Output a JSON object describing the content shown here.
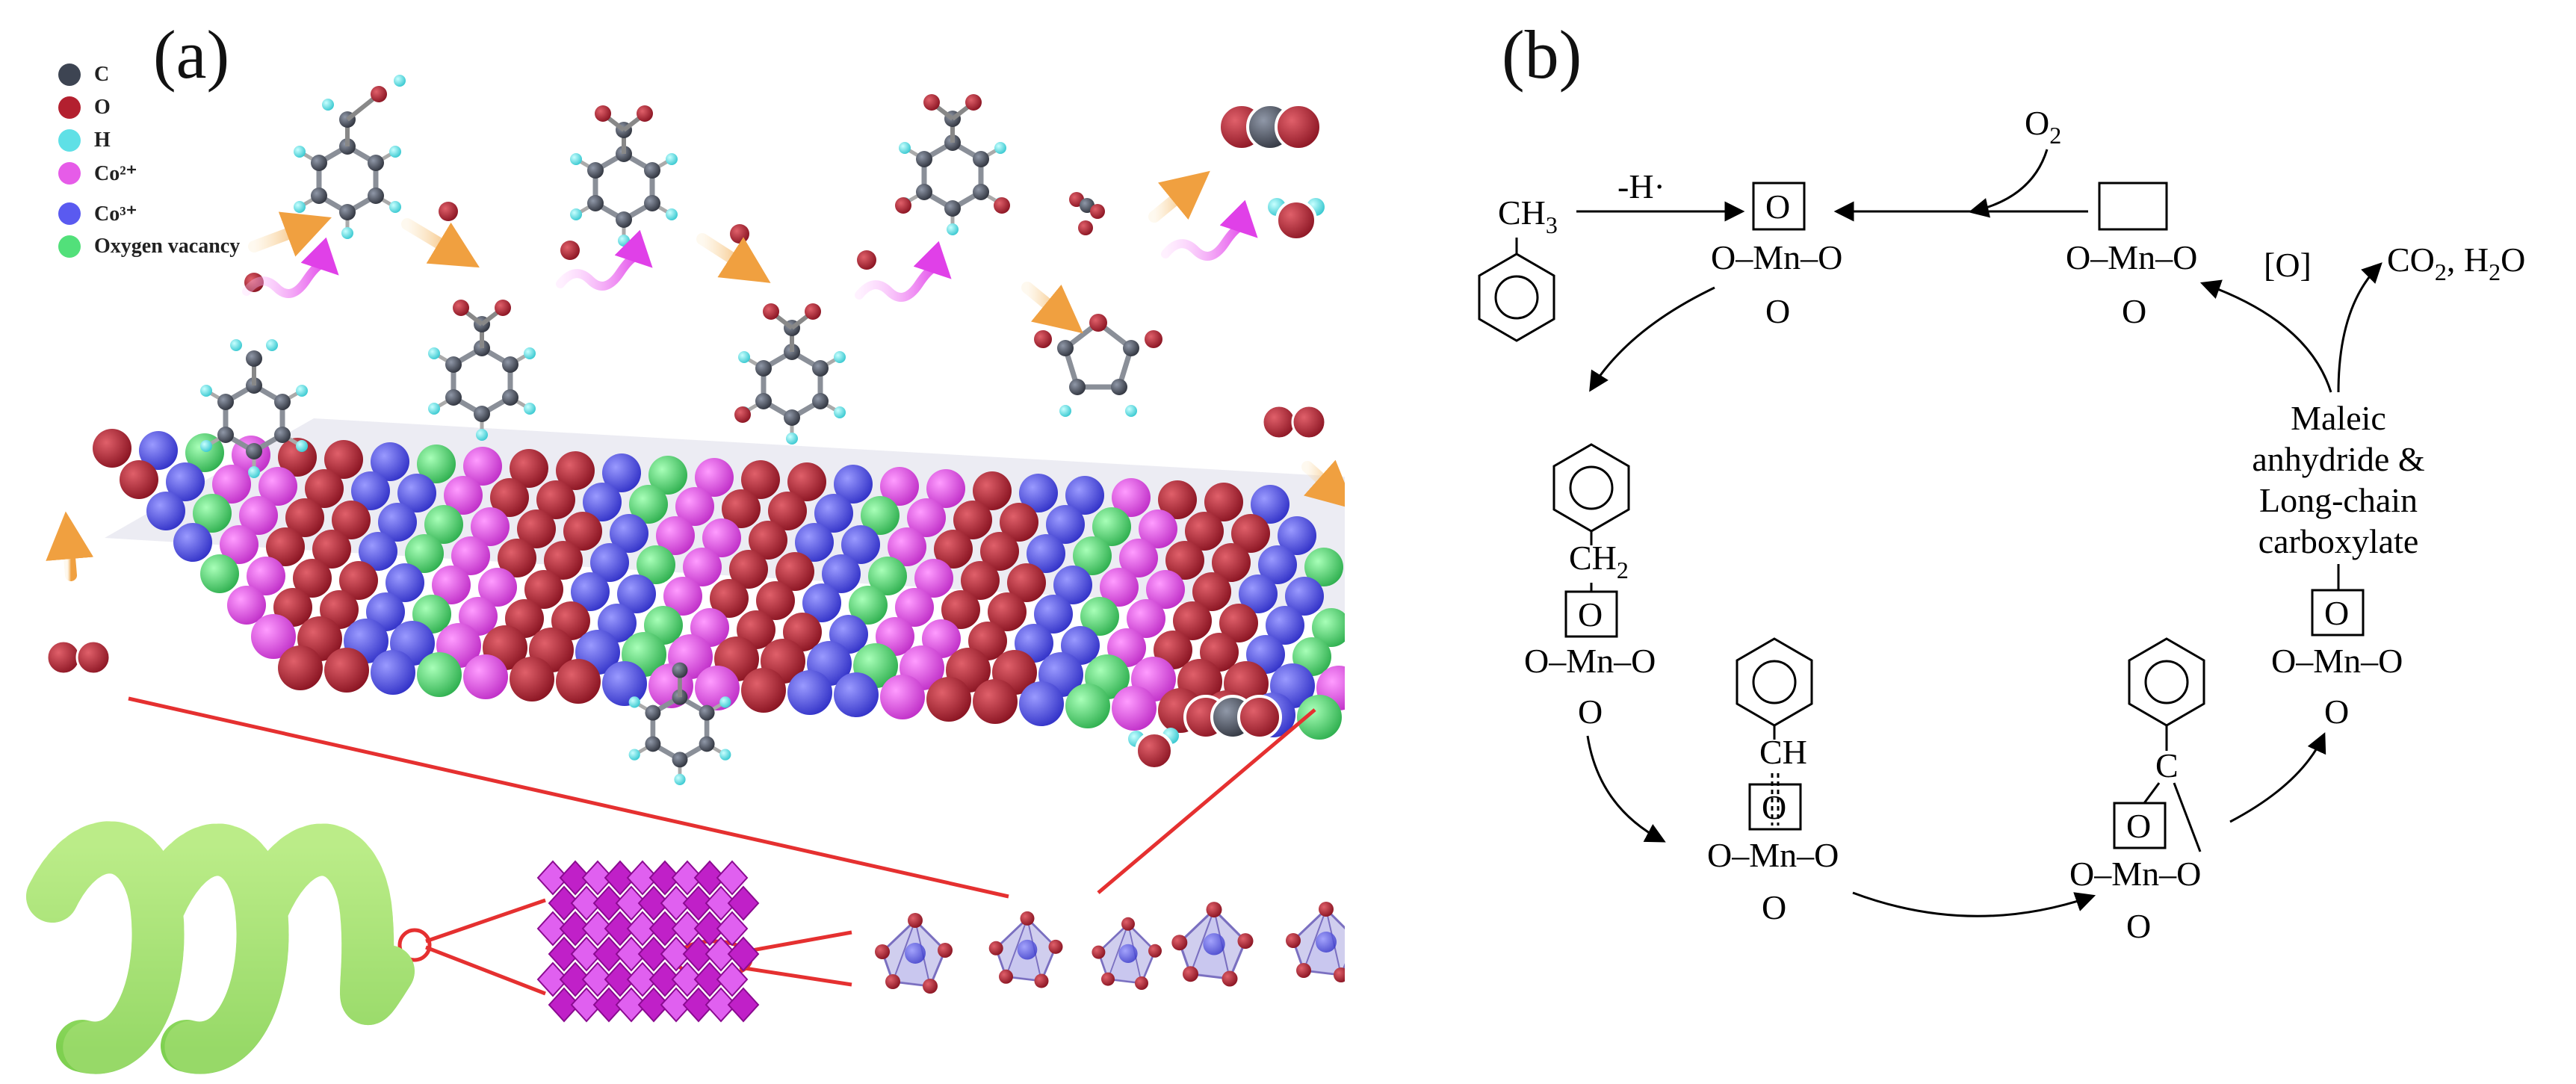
{
  "panel_a": {
    "label": "(a)",
    "legend": [
      {
        "text": "C",
        "color": "#3d4452"
      },
      {
        "text": "O",
        "color": "#b3202f"
      },
      {
        "text": "H",
        "color": "#5fe0e6"
      },
      {
        "text": "Co²⁺",
        "color": "#e65ce8"
      },
      {
        "text": "Co³⁺",
        "color": "#5a5af0"
      },
      {
        "text": "Oxygen vacancy",
        "color": "#52e07a"
      }
    ],
    "gas_molecules": {
      "co2": "OCO",
      "water": "O",
      "oxygen": "OO"
    }
  },
  "panel_b": {
    "label": "(b)",
    "reagent": "CH",
    "reagent_sub": "3",
    "h_abstraction": "-H·",
    "o2": "O",
    "o2_sub": "2",
    "oxidant": "[O]",
    "products": "CO",
    "products_sub": "2",
    "products_rest": ", H",
    "products_sub2": "2",
    "products_tail": "O",
    "mn_center": "O–Mn–O",
    "oxo": "O",
    "ch2": "CH",
    "ch2_sub": "2",
    "ch": "CH",
    "c": "C",
    "intermediate_lines": [
      "Maleic",
      "anhydride &",
      "Long-chain",
      "carboxylate"
    ]
  }
}
